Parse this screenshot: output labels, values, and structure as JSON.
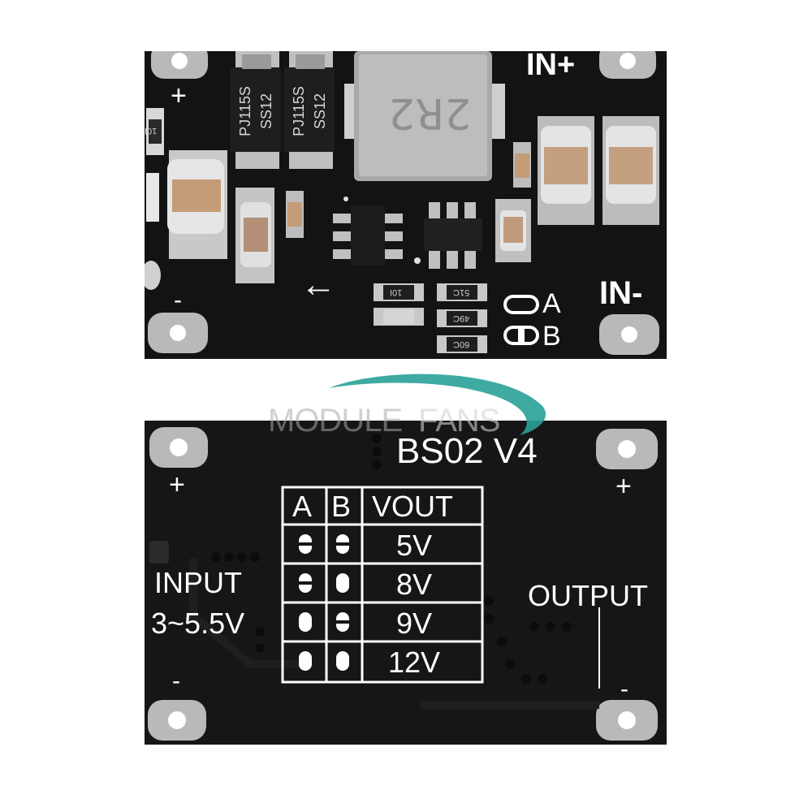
{
  "top_board": {
    "labels": {
      "in_plus": "IN+",
      "in_minus": "IN-",
      "plus": "+",
      "minus": "-",
      "jumper_a": "A",
      "jumper_b": "B",
      "arrow": "←"
    },
    "component_markings": {
      "diode_1": "PJ115S\nSS12",
      "diode_2": "PJ115S\nSS12",
      "inductor": "2R2",
      "resistor_1": "10I",
      "resistor_2": "10I",
      "resistor_3": "51C",
      "resistor_4": "49C",
      "resistor_5": "60C"
    }
  },
  "watermark": {
    "text_left": "MODULE",
    "text_right": "FANS",
    "color": "#2aa198"
  },
  "bottom_board": {
    "model": "BS02 V4",
    "labels": {
      "plus_left": "+",
      "plus_right": "+",
      "minus_left": "-",
      "minus_right": "-",
      "input_title": "INPUT",
      "input_range": "3~5.5V",
      "output_title": "OUTPUT"
    },
    "table": {
      "headers": [
        "A",
        "B",
        "VOUT"
      ],
      "rows": [
        {
          "a": "open",
          "b": "open",
          "vout": "5V"
        },
        {
          "a": "open",
          "b": "closed",
          "vout": "8V"
        },
        {
          "a": "closed",
          "b": "open",
          "vout": "9V"
        },
        {
          "a": "closed",
          "b": "closed",
          "vout": "12V"
        }
      ]
    }
  }
}
